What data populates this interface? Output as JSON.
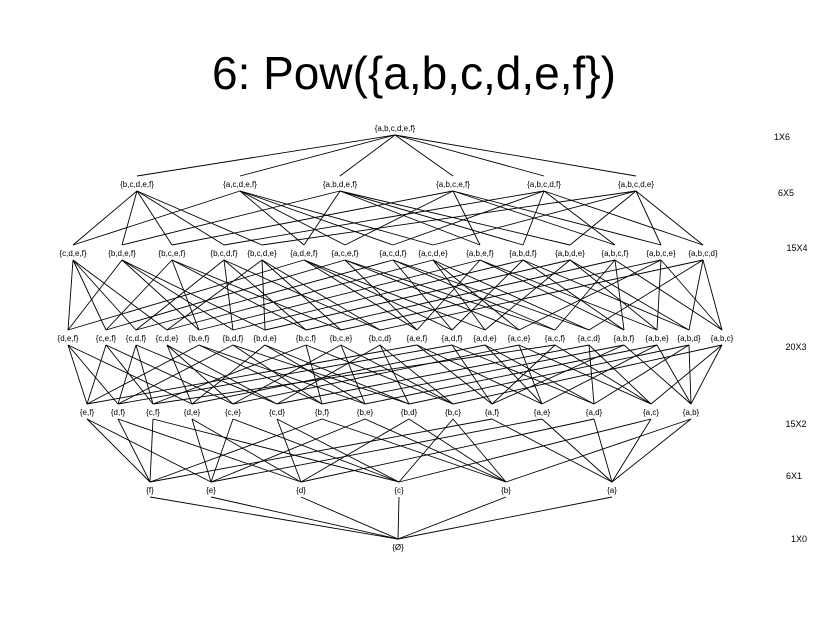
{
  "title": "6: Pow({a,b,c,d,e,f})",
  "universe": [
    "a",
    "b",
    "c",
    "d",
    "e",
    "f"
  ],
  "colors": {
    "ink": "#000000",
    "background": "#ffffff"
  },
  "levels": [
    {
      "count_label": "1X6",
      "nodes": [
        "{a,b,c,d,e,f}"
      ]
    },
    {
      "count_label": "6X5",
      "nodes": [
        "{b,c,d,e,f}",
        "{a,c,d,e,f}",
        "{a,b,d,e,f}",
        "{a,b,c,e,f}",
        "{a,b,c,d,f}",
        "{a,b,c,d,e}"
      ]
    },
    {
      "count_label": "15X4",
      "nodes": [
        "{c,d,e,f}",
        "{b,d,e,f}",
        "{b,c,e,f}",
        "{b,c,d,f}",
        "{b,c,d,e}",
        "{a,d,e,f}",
        "{a,c,e,f}",
        "{a,c,d,f}",
        "{a,c,d,e}",
        "{a,b,e,f}",
        "{a,b,d,f}",
        "{a,b,d,e}",
        "{a,b,c,f}",
        "{a,b,c,e}",
        "{a,b,c,d}"
      ]
    },
    {
      "count_label": "20X3",
      "nodes": [
        "{d,e,f}",
        "{c,e,f}",
        "{c,d,f}",
        "{c,d,e}",
        "{b,e,f}",
        "{b,d,f}",
        "{b,d,e}",
        "{b,c,f}",
        "{b,c,e}",
        "{b,c,d}",
        "{a,e,f}",
        "{a,d,f}",
        "{a,d,e}",
        "{a,c,e}",
        "{a,c,f}",
        "{a,c,d}",
        "{a,b,f}",
        "{a,b,e}",
        "{a,b,d}",
        "{a,b,c}"
      ]
    },
    {
      "count_label": "15X2",
      "nodes": [
        "{e,f}",
        "{d,f}",
        "{c,f}",
        "{d,e}",
        "{c,e}",
        "{c,d}",
        "{b,f}",
        "{b,e}",
        "{b,d}",
        "{b,c}",
        "{a,f}",
        "{a,e}",
        "{a,d}",
        "{a,c}",
        "{a,b}"
      ]
    },
    {
      "count_label": "6X1",
      "nodes": [
        "{f}",
        "{e}",
        "{d}",
        "{c}",
        "{b}",
        "{a}"
      ]
    },
    {
      "count_label": "1X0",
      "nodes": [
        "{Ø}"
      ]
    }
  ]
}
